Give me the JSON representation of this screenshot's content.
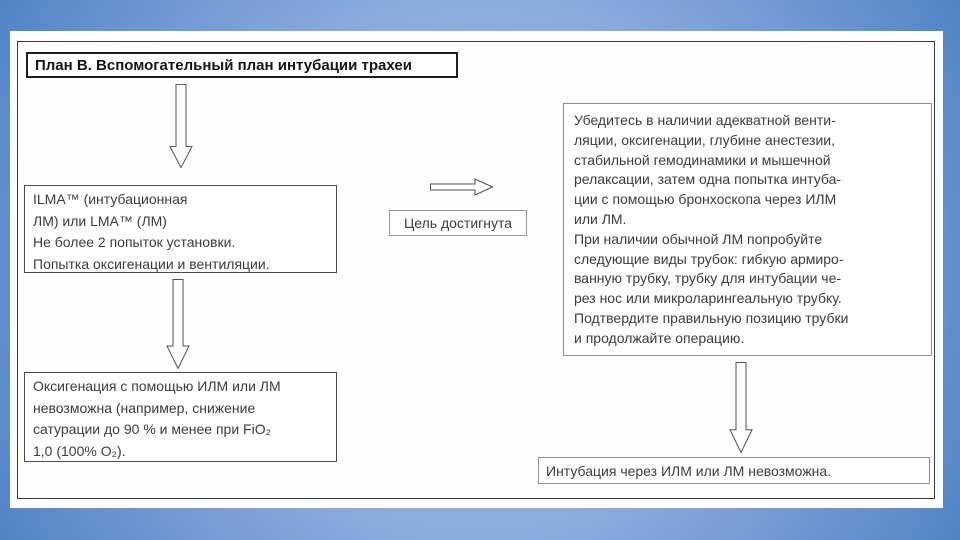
{
  "slide": {
    "colors": {
      "background_center": "#9cb8e2",
      "background_edge": "#4f82c6",
      "panel": "#fefefe",
      "frame_border": "#3b3b3b",
      "box_border_dark": "#4a4a4a",
      "box_border_light": "#8f8f8f",
      "text": "#3c3c3c"
    }
  },
  "flowchart": {
    "title": "План В. Вспомогательный план интубации трахеи",
    "nodes": {
      "ilma": "ILMA™ (интубационная\nЛМ) или LMA™ (ЛМ)\nНе более 2 попыток установки.\nПопытка оксигенации и вентиляции.",
      "oxygenation_failure": "Оксигенация с помощью ИЛМ или ЛМ\nневозможна (например, снижение\nсатурации до 90 % и менее при FiO₂\n1,0 (100% O₂).",
      "goal_achieved": "Цель достигнута",
      "success_instructions": "Убедитесь в наличии адекватной венти-\nляции, оксигенации, глубине анестезии,\nстабильной гемодинамики и мышечной\nрелаксации, затем одна попытка интуба-\nции с помощью бронхоскопа через ИЛМ\nили ЛМ.\nПри наличии обычной ЛМ попробуйте\nследующие виды трубок: гибкую армиро-\nванную трубку, трубку для интубации че-\nрез нос или микроларингеальную трубку.\nПодтвердите правильную позицию трубки\nи продолжайте операцию.",
      "intubation_impossible": "Интубация через ИЛМ или ЛМ невозможна."
    }
  }
}
